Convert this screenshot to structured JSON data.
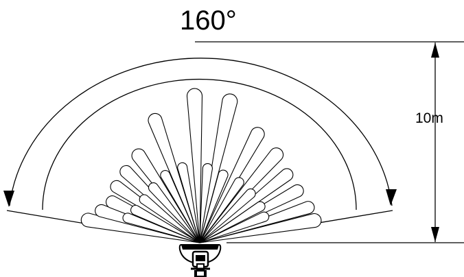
{
  "diagram": {
    "angle_label": "160°",
    "distance_label": "10m",
    "detection_angle_deg": 160,
    "detection_range_m": 10,
    "colors": {
      "line": "#000000",
      "background": "#ffffff"
    },
    "icons": [
      "motion-sensor-icon",
      "arrow-head-icon"
    ]
  }
}
